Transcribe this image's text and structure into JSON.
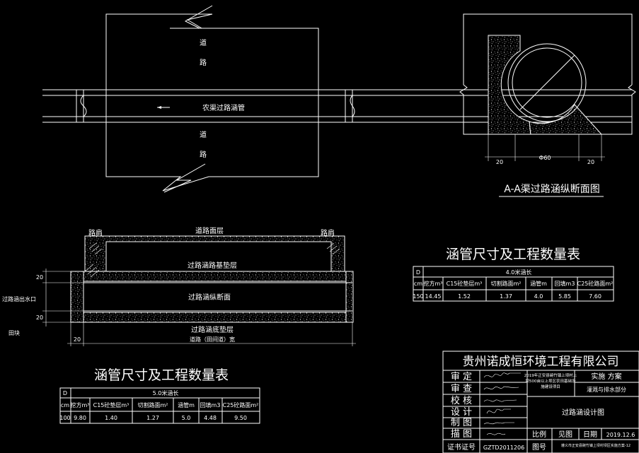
{
  "plan": {
    "road_top_1": "道",
    "road_top_2": "路",
    "culvert_label": "农渠过路涵管",
    "road_bot_1": "道",
    "road_bot_2": "路"
  },
  "section_aa": {
    "title": "A-A渠过路涵纵断面图",
    "dim_left": "20",
    "dim_mid": "Ф60",
    "dim_right": "20"
  },
  "cross_section": {
    "road_shoulder_left": "路肩",
    "road_surface": "道路面层",
    "road_shoulder_right": "路肩",
    "base_layer": "过路涵路基垫层",
    "longitudinal": "过路涵纵断面",
    "bottom_layer": "过路涵底垫层",
    "road_width": "道路（田间道）宽",
    "outlet_level": "过路涵出水口",
    "field": "田块",
    "dim_20_top": "20",
    "dim_20_bot": "20",
    "dim_20_left": "20"
  },
  "table_4m": {
    "title": "涵管尺寸及工程数量表",
    "c0": "D",
    "span": "4.0米涵长",
    "headers": [
      "cm",
      "挖方m³",
      "C15砼垫层m³",
      "切割路面m²",
      "涵管m",
      "回填m3",
      "C25砼路面m²"
    ],
    "row": [
      "150",
      "14.45",
      "1.52",
      "1.37",
      "4.0",
      "5.85",
      "7.60"
    ]
  },
  "table_5m": {
    "title": "涵管尺寸及工程数量表",
    "c0": "D",
    "span": "5.0米涵长",
    "headers": [
      "cm",
      "挖方m³",
      "C15砼垫层m³",
      "切割路面m²",
      "涵管m",
      "回填m3",
      "C25砼路面m²"
    ],
    "row": [
      "100",
      "9.80",
      "1.40",
      "1.27",
      "5.0",
      "4.48",
      "9.50"
    ]
  },
  "title_block": {
    "company": "贵州诺成恒环境工程有限公司",
    "roles": [
      "审 定",
      "审 查",
      "校 核",
      "设 计",
      "制 图",
      "描 图"
    ],
    "project_l1": "2019年正安县碗竹镇上坝村上",
    "project_l2": "坝500亩以上坝区农田基础设",
    "project_l3": "施建设项目",
    "stage": "实施  方案",
    "part": "灌溉与排水部分",
    "drawing_name": "过路涵设计图",
    "scale_label": "比例",
    "scale_value": "见图",
    "date_label": "日期",
    "date_value": "2019.12.6",
    "cert_label": "证书证号",
    "cert_value": "GZTD2011206",
    "drawing_no_label": "图号",
    "drawing_no_value": "遵义市正安县碗竹镇上坝村坝区实施方案-12"
  }
}
